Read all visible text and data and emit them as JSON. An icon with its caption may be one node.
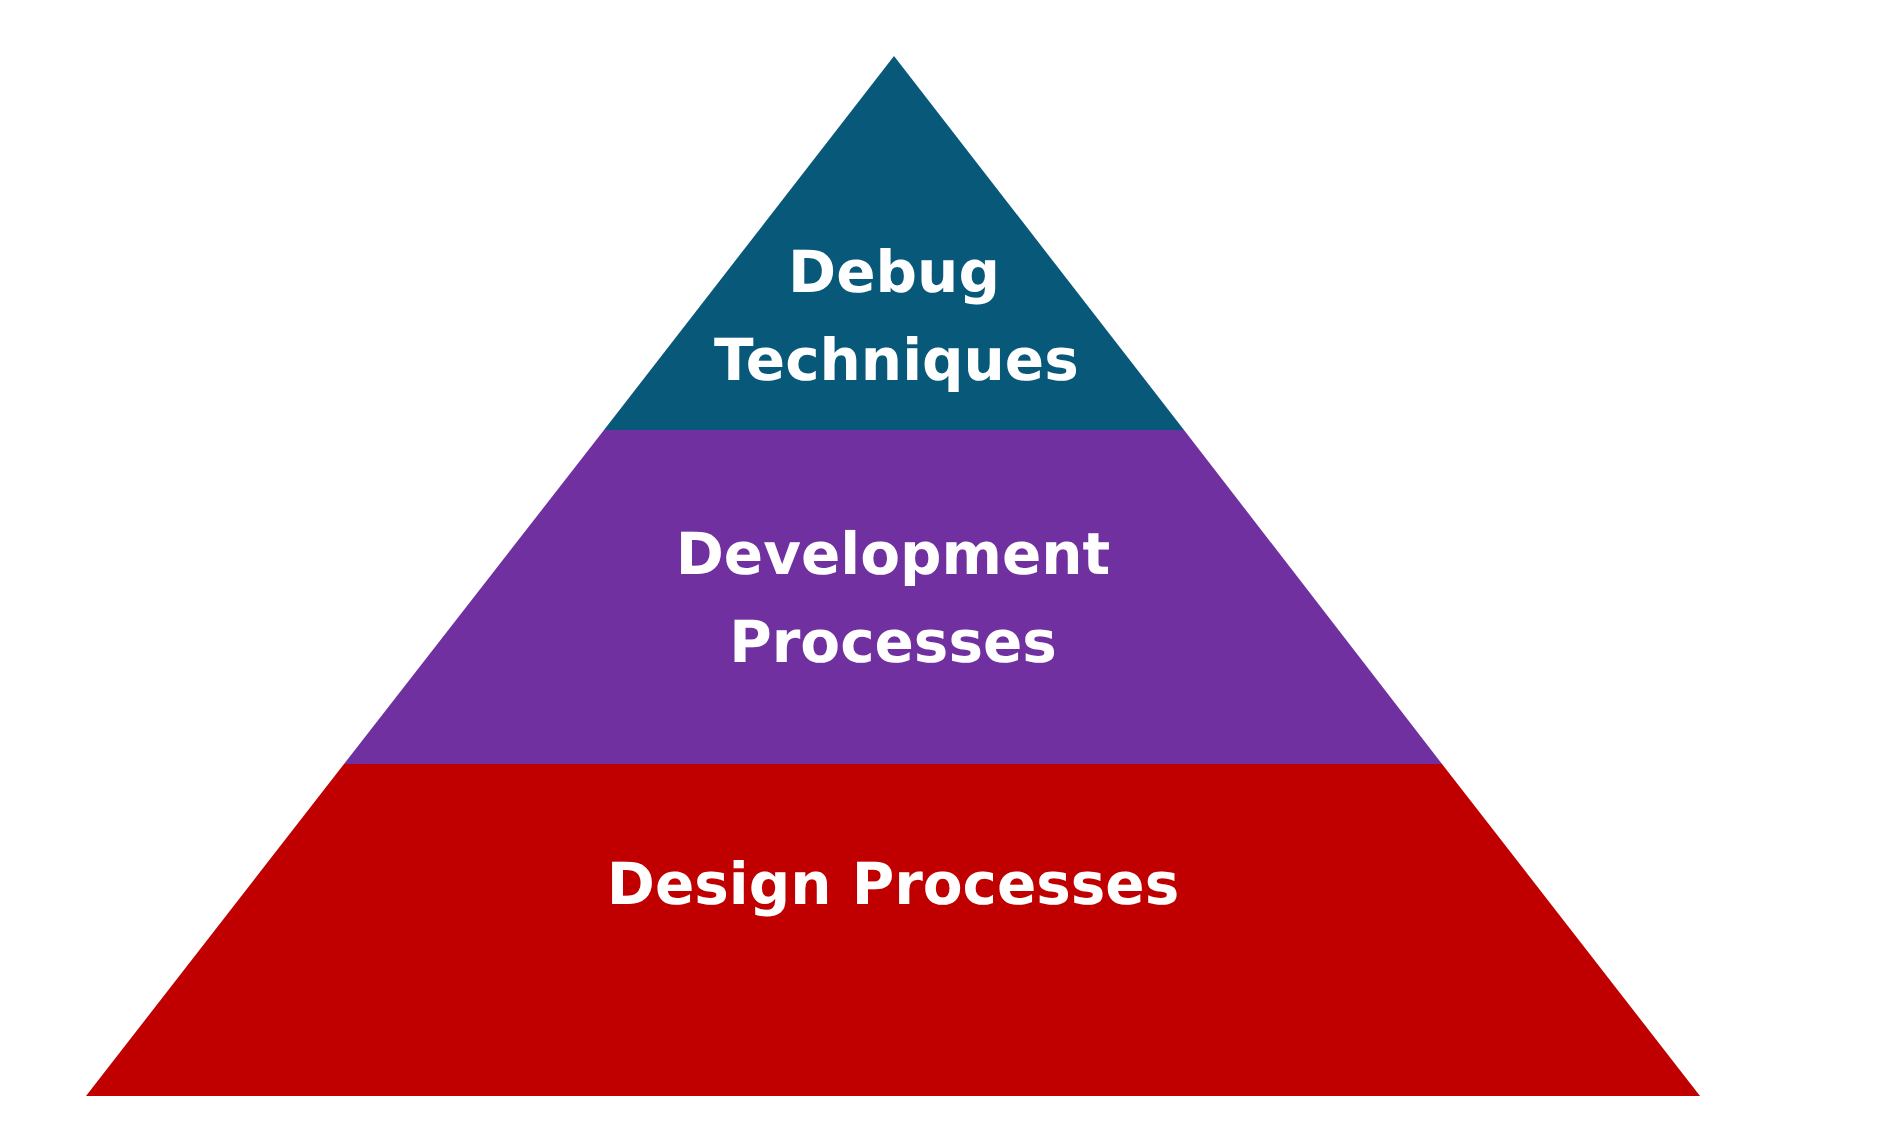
{
  "diagram": {
    "nodes": [
      {
        "text": [
          "Debug Techniques"
        ]
      },
      {
        "text": [
          "Development Processes"
        ]
      },
      {
        "text": [
          "Design Processes"
        ]
      }
    ]
  }
}
